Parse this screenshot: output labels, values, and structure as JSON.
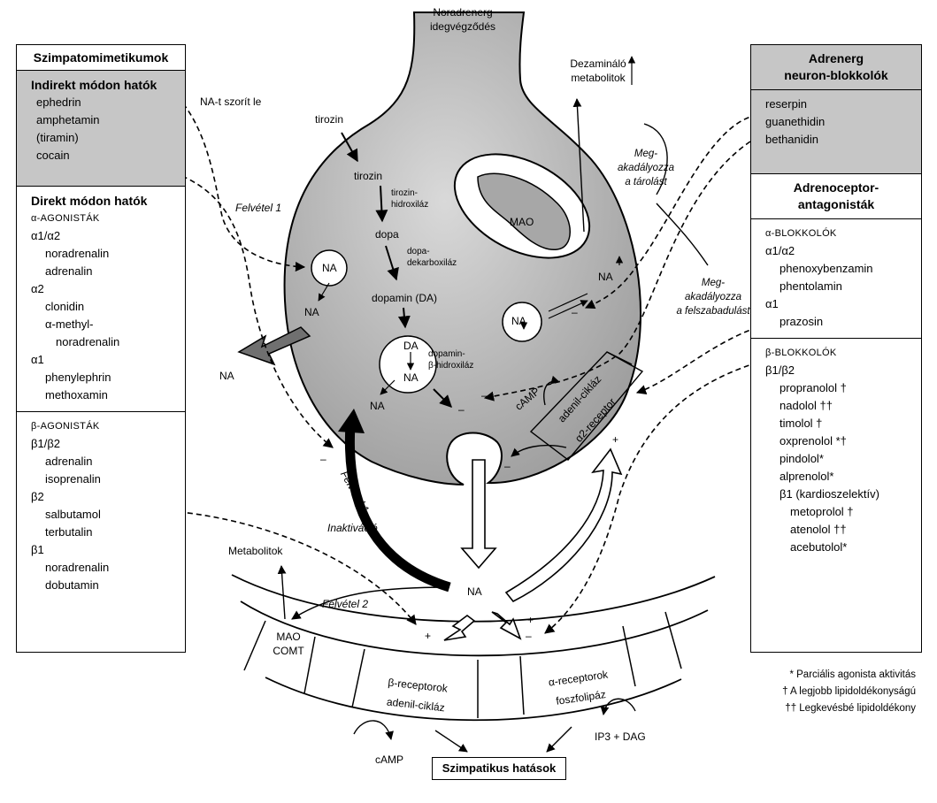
{
  "top_label": [
    "Noradrenerg",
    "idegvégződés"
  ],
  "dezaminalo": [
    "Dezamináló",
    "metabolitok"
  ],
  "left_panel": {
    "title": "Szimpatomimetikumok",
    "indirect": {
      "title": "Indirekt módon hatók",
      "items": [
        "ephedrin",
        "amphetamin",
        "(tiramin)",
        "cocain"
      ]
    },
    "direct": {
      "title": "Direkt módon hatók",
      "alpha_agonists": "α-AGONISTÁK",
      "a1a2": "α1/α2",
      "a1a2_items": [
        "noradrenalin",
        "adrenalin"
      ],
      "a2": "α2",
      "a2_items": [
        "clonidin",
        "α-methyl-",
        "noradrenalin"
      ],
      "a1": "α1",
      "a1_items": [
        "phenylephrin",
        "methoxamin"
      ]
    },
    "beta": {
      "title": "β-AGONISTÁK",
      "b1b2": "β1/β2",
      "b1b2_items": [
        "adrenalin",
        "isoprenalin"
      ],
      "b2": "β2",
      "b2_items": [
        "salbutamol",
        "terbutalin"
      ],
      "b1": "β1",
      "b1_items": [
        "noradrenalin",
        "dobutamin"
      ]
    }
  },
  "right_panel": {
    "title1": [
      "Adrenerg",
      "neuron-blokkolók"
    ],
    "blockers": [
      "reserpin",
      "guanethidin",
      "bethanidin"
    ],
    "title2": [
      "Adrenoceptor-",
      "antagonisták"
    ],
    "alpha_blockers": "α-BLOKKOLÓK",
    "a1a2": "α1/α2",
    "a1a2_items": [
      "phenoxybenzamin",
      "phentolamin"
    ],
    "a1": "α1",
    "a1_items": [
      "prazosin"
    ],
    "beta_blockers": "β-BLOKKOLÓK",
    "b1b2": "β1/β2",
    "b1b2_items": [
      "propranolol  †",
      "nadolol  ††",
      "timolol  †",
      "oxprenolol  *†",
      "pindolol*",
      "alprenolol*"
    ],
    "b1": "β1 (kardioszelektív)",
    "b1_items": [
      "metoprolol  †",
      "atenolol  ††",
      "acebutolol*"
    ]
  },
  "legend": [
    "* Parciális agonista aktivitás",
    "† A legjobb lipidoldékonyságú",
    "†† Legkevésbé lipidoldékony"
  ],
  "labels": {
    "na_szorit_le": "NA-t szorít le",
    "felvetel1": "Felvétel 1",
    "felvetel1b": "Felvétel 1",
    "felvetel2": "Felvétel 2",
    "inaktivacio": "Inaktiváció",
    "metabolitok": "Metabolitok",
    "tirozin1": "tirozin",
    "tirozin2": "tirozin",
    "thx": [
      "tirozin-",
      "hidroxiláz"
    ],
    "dopa": "dopa",
    "ddc": [
      "dopa-",
      "dekarboxiláz"
    ],
    "dopamin": "dopamin (DA)",
    "dbh": [
      "dopamin-",
      "β-hidroxiláz"
    ],
    "mao": "MAO",
    "meg1": [
      "Meg-",
      "akadályozza",
      "a tárolást"
    ],
    "meg2": [
      "Meg-",
      "akadályozza",
      "a felszabadulást"
    ],
    "na": "NA",
    "da": "DA",
    "camp": "cAMP",
    "adenil": "adenil-cikláz",
    "a2rec": "α2-receptor",
    "mao_comt": [
      "MAO",
      "COMT"
    ],
    "beta_rec": [
      "β-receptorok",
      "adenil-cikláz"
    ],
    "alpha_rec": [
      "α-receptorok",
      "foszfolipáz"
    ],
    "ip3": "IP3 + DAG",
    "camp2": "cAMP",
    "plus": "+",
    "minus": "–"
  },
  "bottom_box": "Szimpatikus hatások"
}
